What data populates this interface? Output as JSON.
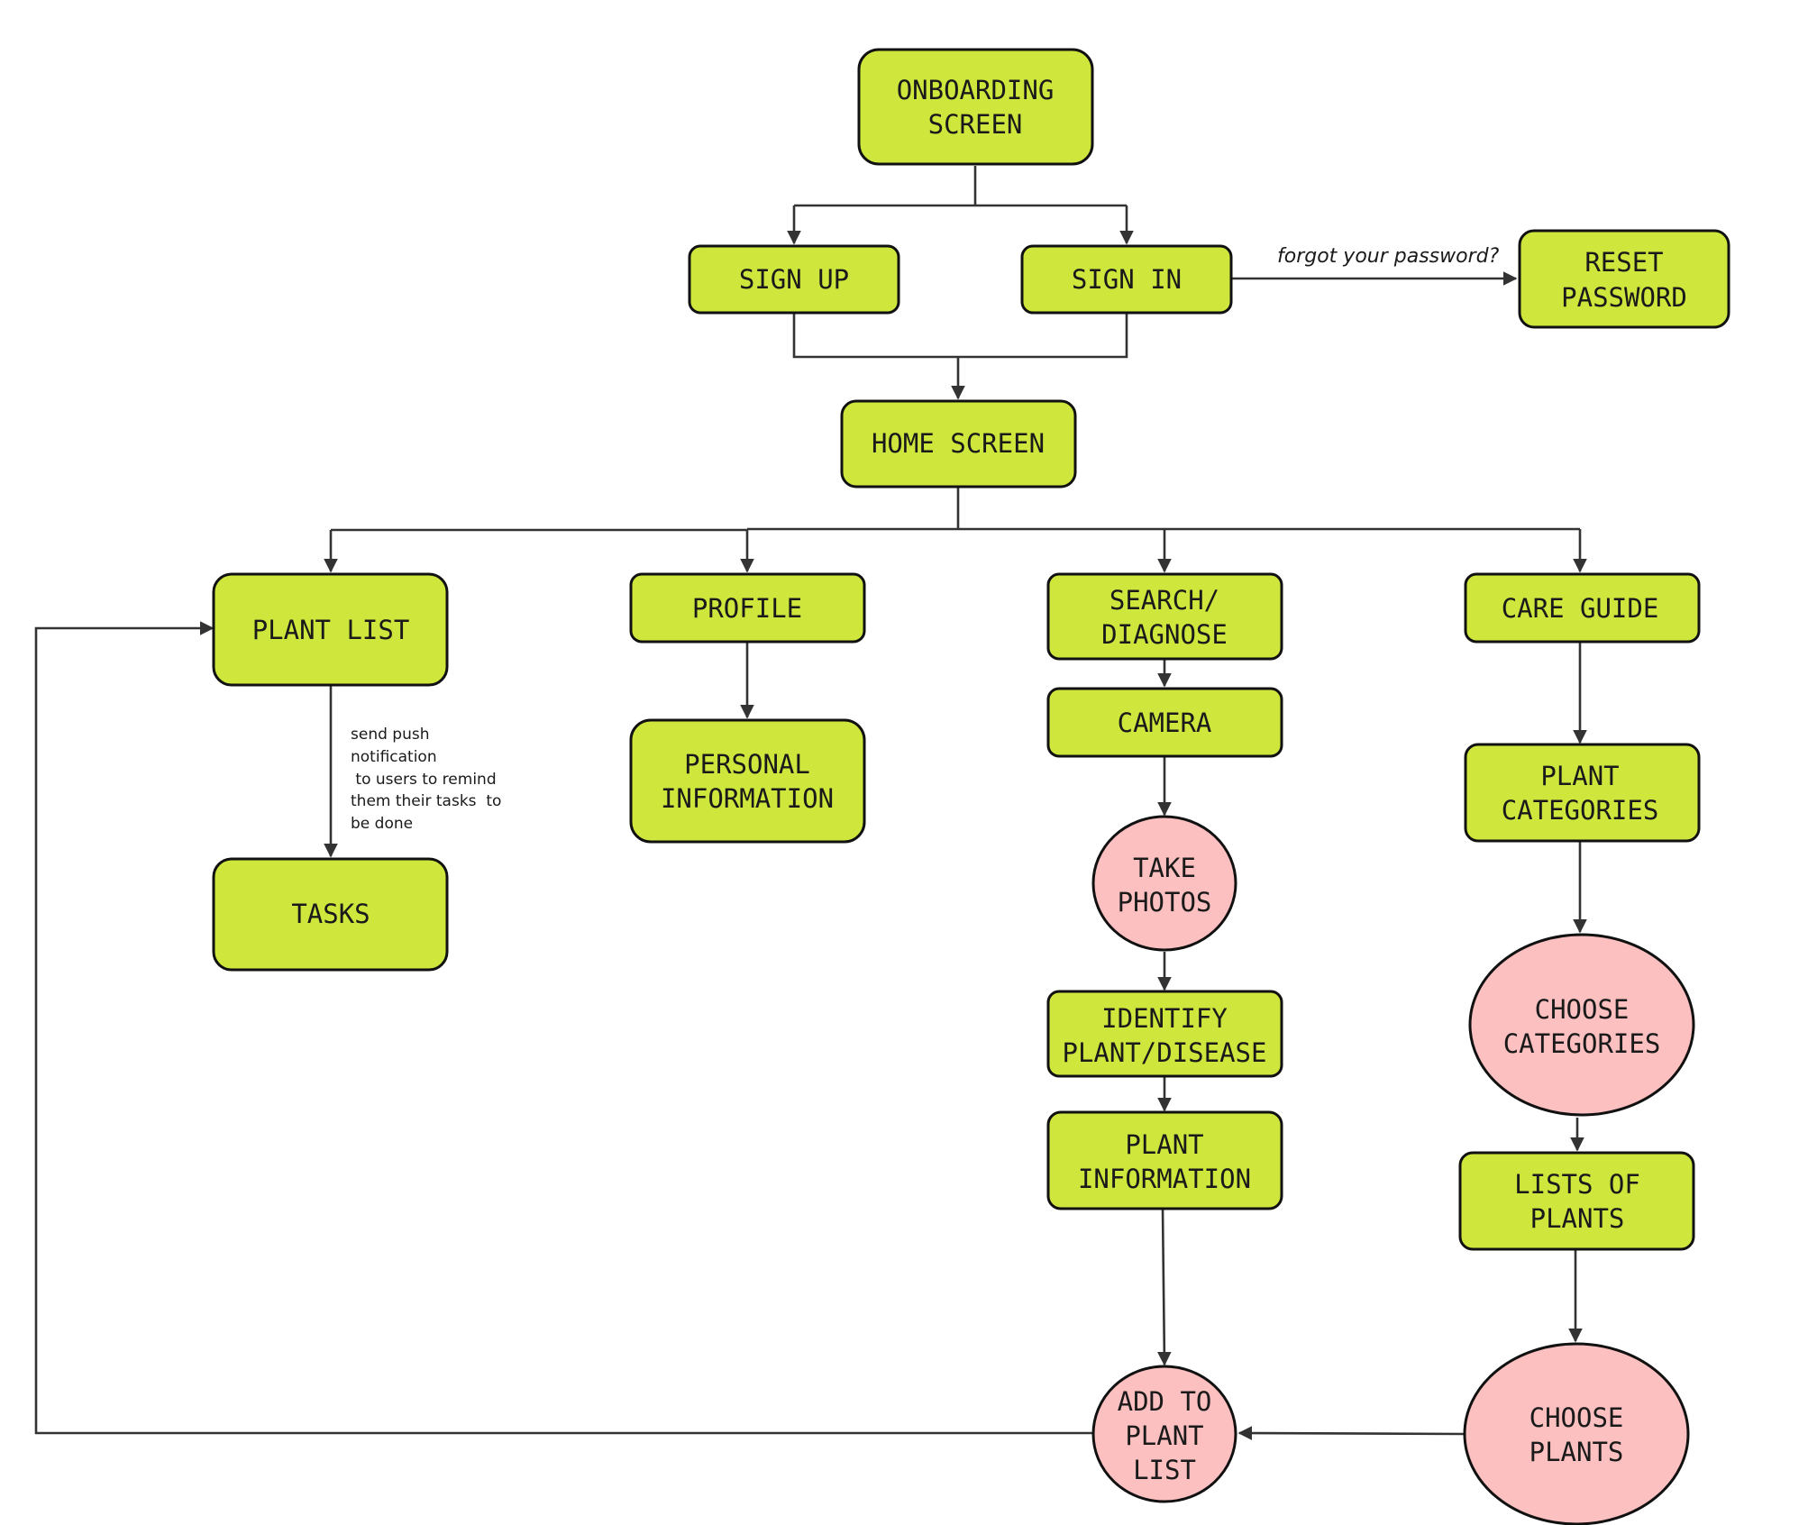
{
  "colors": {
    "box_fill": "#cfe73d",
    "circle_fill": "#fcc0c0",
    "stroke": "#111111",
    "line": "#333333"
  },
  "nodes": {
    "onboarding": [
      "ONBOARDING",
      "SCREEN"
    ],
    "sign_up": [
      "SIGN UP"
    ],
    "sign_in": [
      "SIGN IN"
    ],
    "reset_password": [
      "RESET",
      "PASSWORD"
    ],
    "home_screen": [
      "HOME SCREEN"
    ],
    "plant_list": [
      "PLANT LIST"
    ],
    "profile": [
      "PROFILE"
    ],
    "search_diagnose": [
      "SEARCH/",
      "DIAGNOSE"
    ],
    "care_guide": [
      "CARE GUIDE"
    ],
    "tasks": [
      "TASKS"
    ],
    "personal_information": [
      "PERSONAL",
      "INFORMATION"
    ],
    "camera": [
      "CAMERA"
    ],
    "take_photos": [
      "TAKE",
      "PHOTOS"
    ],
    "identify": [
      "IDENTIFY",
      "PLANT/DISEASE"
    ],
    "plant_information": [
      "PLANT",
      "INFORMATION"
    ],
    "plant_categories": [
      "PLANT",
      "CATEGORIES"
    ],
    "choose_categories": [
      "CHOOSE",
      "CATEGORIES"
    ],
    "lists_of_plants": [
      "LISTS OF",
      "PLANTS"
    ],
    "choose_plants": [
      "CHOOSE",
      "PLANTS"
    ],
    "add_to_plant_list": [
      "ADD TO",
      "PLANT",
      "LIST"
    ]
  },
  "edge_labels": {
    "forgot_password": "forgot your password?",
    "push_notification": [
      "send push",
      "notification",
      " to users to remind",
      "them their tasks  to",
      "be done"
    ]
  }
}
